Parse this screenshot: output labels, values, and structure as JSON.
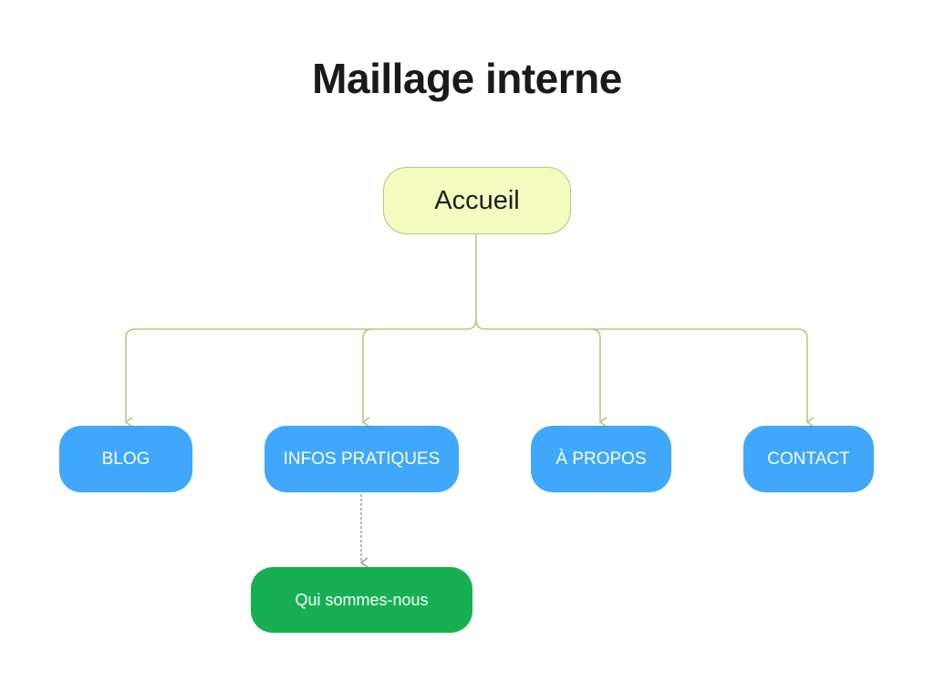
{
  "title": "Maillage interne",
  "root": {
    "label": "Accueil"
  },
  "children": [
    {
      "label": "BLOG"
    },
    {
      "label": "INFOS PRATIQUES"
    },
    {
      "label": "À PROPOS"
    },
    {
      "label": "CONTACT"
    }
  ],
  "sub_child": {
    "label": "Qui sommes-nous"
  },
  "colors": {
    "root_fill": "#f3fbbf",
    "root_border": "#b7c57e",
    "child_fill": "#3fa8fb",
    "sub_child_fill": "#16b053",
    "connector": "#b7c57e",
    "sub_connector": "#9a9a9a"
  }
}
